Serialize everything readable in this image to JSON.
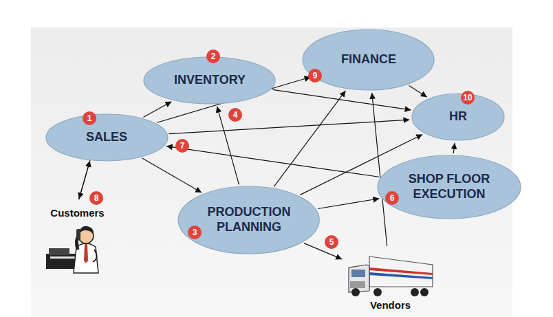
{
  "diagram": {
    "nodes": [
      {
        "text": [
          "SALES"
        ]
      },
      {
        "text": [
          "INVENTORY"
        ]
      },
      {
        "text": [
          "PRODUCTION PLANNING"
        ]
      },
      {
        "text": [
          "FINANCE"
        ]
      },
      {
        "text": [
          "HR"
        ]
      },
      {
        "text": [
          "SHOP FLOOR EXECUTION"
        ]
      },
      {
        "text": [
          "Customers"
        ]
      },
      {
        "text": [
          "Vendors"
        ]
      }
    ],
    "edges": [
      {
        "from": 0,
        "to": 1,
        "arrow": "to"
      },
      {
        "from": 0,
        "to": 3,
        "arrow": "to"
      },
      {
        "from": 0,
        "to": 4,
        "arrow": "to"
      },
      {
        "from": 0,
        "to": 2,
        "arrow": "to"
      },
      {
        "from": 6,
        "to": 0,
        "arrow": "to"
      },
      {
        "from": 0,
        "to": 6,
        "arrow": "to"
      },
      {
        "from": 1,
        "to": 4,
        "arrow": "to"
      },
      {
        "from": 2,
        "to": 1,
        "arrow": "to"
      },
      {
        "from": 2,
        "to": 3,
        "arrow": "to"
      },
      {
        "from": 2,
        "to": 4,
        "arrow": "to"
      },
      {
        "from": 2,
        "to": 5,
        "arrow": "to"
      },
      {
        "from": 2,
        "to": 7,
        "arrow": "to"
      },
      {
        "from": 7,
        "to": 3,
        "arrow": "to"
      },
      {
        "from": 3,
        "to": 4,
        "arrow": "to"
      },
      {
        "from": 5,
        "to": 4,
        "arrow": "to"
      },
      {
        "from": 5,
        "to": 0,
        "arrow": "to"
      }
    ],
    "labels": [
      "1",
      "2",
      "3",
      "4",
      "5",
      "6",
      "7",
      "8",
      "9",
      "10"
    ]
  }
}
